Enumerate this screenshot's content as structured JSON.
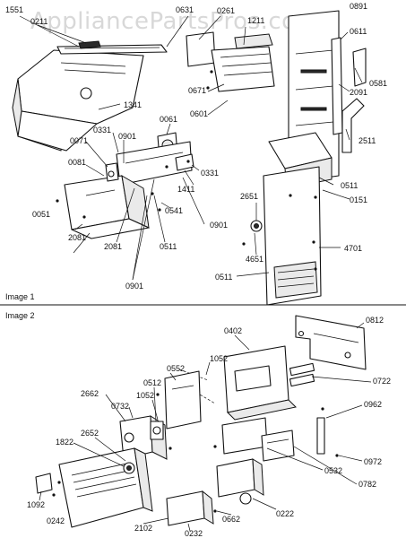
{
  "watermark": "AppliancePartsPros.com",
  "sections": [
    "Image 1",
    "Image 2"
  ],
  "image1_parts": [
    "1551",
    "0211",
    "0631",
    "0261",
    "1211",
    "0891",
    "0611",
    "0581",
    "2091",
    "1341",
    "0671",
    "0601",
    "0061",
    "0331",
    "0071",
    "0901",
    "0081",
    "2511",
    "0331",
    "1411",
    "0511",
    "0151",
    "2651",
    "0051",
    "0541",
    "0901",
    "2081",
    "0511",
    "4651",
    "4701",
    "0511",
    "0901"
  ],
  "image2_parts": [
    "0812",
    "0402",
    "0552",
    "1052",
    "0722",
    "2662",
    "0512",
    "0732",
    "1052",
    "0962",
    "1822",
    "2652",
    "0972",
    "0532",
    "0782",
    "1092",
    "0222",
    "0662",
    "0242",
    "2102",
    "0232"
  ]
}
